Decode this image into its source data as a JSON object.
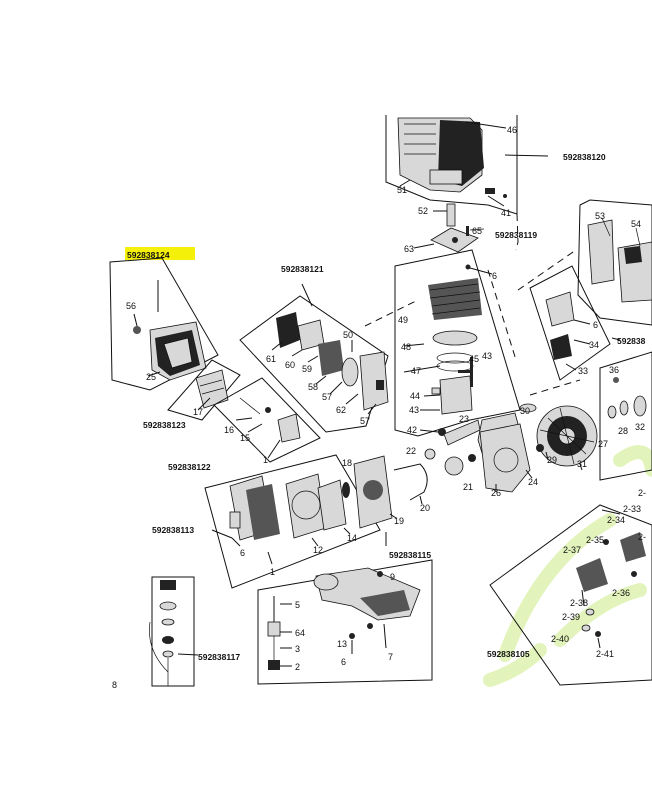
{
  "diagram": {
    "highlight_color": "#f5f00a",
    "watermark_color": "#d8f0a4",
    "highlighted_kit": "592838124",
    "kits": {
      "k120": "592838120",
      "k119": "592838119",
      "k121": "592838121",
      "k124": "592838124",
      "k123": "592838123",
      "k122": "592838122",
      "k113": "592838113",
      "k115": "592838115",
      "k117": "592838117",
      "k105": "592838105",
      "k_right": "592838"
    },
    "parts": {
      "p46": "46",
      "p51": "51",
      "p41": "41",
      "p52": "52",
      "p65": "65",
      "p63": "63",
      "p53": "53",
      "p54": "54",
      "p6a": "6",
      "p49": "49",
      "p48": "48",
      "p47": "47",
      "p44": "44",
      "p43a": "43",
      "p45": "45",
      "p43b": "43",
      "p42": "42",
      "p22": "22",
      "p23": "23",
      "p56": "56",
      "p25": "25",
      "p17": "17",
      "p16": "16",
      "p15": "15",
      "p1a": "1",
      "p61": "61",
      "p60": "60",
      "p59": "59",
      "p58": "58",
      "p57a": "57",
      "p62": "62",
      "p50": "50",
      "p57b": "57",
      "p6b": "6",
      "p34": "34",
      "p33": "33",
      "p36": "36",
      "p27": "27",
      "p28": "28",
      "p32": "32",
      "p30": "30",
      "p29": "29",
      "p31": "31",
      "p24": "24",
      "p26": "26",
      "p21": "21",
      "p18": "18",
      "p19": "19",
      "p20": "20",
      "p14": "14",
      "p12": "12",
      "p6c": "6",
      "p1b": "1",
      "p9": "9",
      "p5": "5",
      "p64": "64",
      "p3": "3",
      "p2": "2",
      "p13": "13",
      "p6d": "6",
      "p7": "7",
      "p2_33": "2-33",
      "p2_34": "2-34",
      "p2_35": "2-35",
      "p2_37": "2-37",
      "p2_36": "2-36",
      "p2_38": "2-38",
      "p2_39": "2-39",
      "p2_40": "2-40",
      "p2_41": "2-41",
      "p2_dash_a": "2-",
      "p2_dash_b": "2-",
      "p8": "8"
    }
  }
}
